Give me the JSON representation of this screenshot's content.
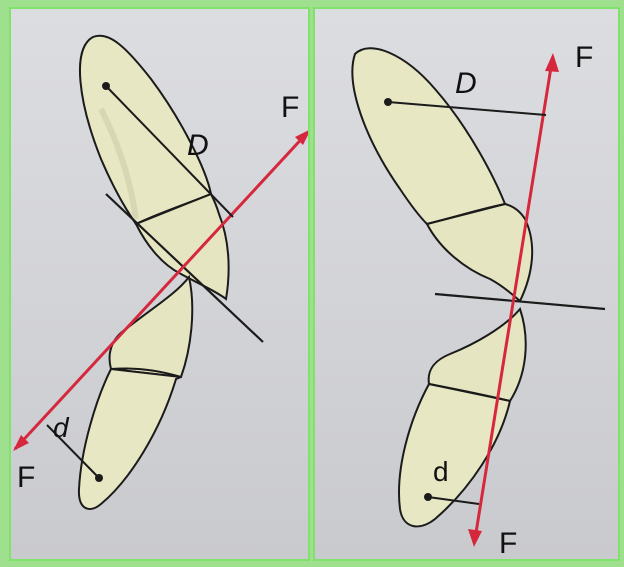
{
  "colors": {
    "force_line": "#d6283c",
    "tooth_fill": "#e8e7c4",
    "tooth_shade": "#c9c8a2",
    "outline": "#1b1b1b",
    "panel_border": "#7fe36b"
  },
  "left_panel": {
    "labels": {
      "force_top": "F",
      "force_bottom": "F",
      "moment_arm_upper": "D",
      "moment_arm_lower": "d"
    }
  },
  "right_panel": {
    "labels": {
      "force_top": "F",
      "force_bottom": "F",
      "moment_arm_upper": "D",
      "moment_arm_lower": "d"
    }
  }
}
